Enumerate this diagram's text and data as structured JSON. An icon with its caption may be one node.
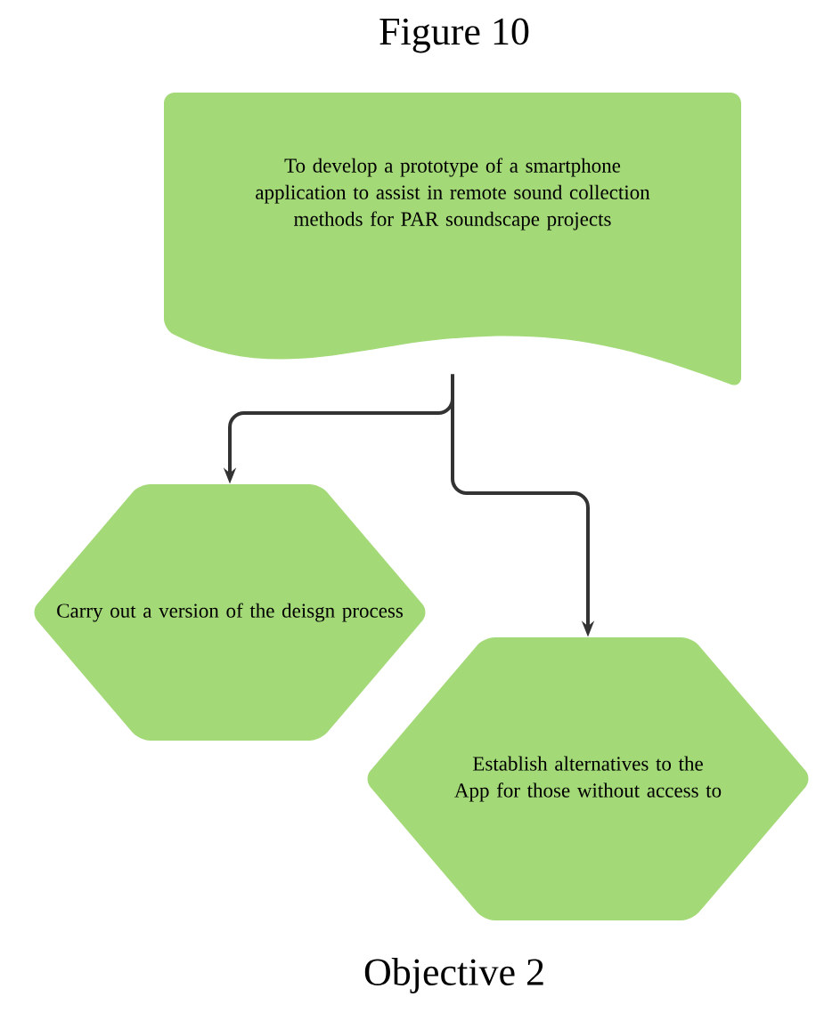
{
  "diagram": {
    "title": "Figure 10",
    "caption": "Objective 2",
    "nodes": [
      {
        "text": [
          "To develop a prototype of a smartphone application to assist in remote sound collection methods for PAR soundscape projects"
        ]
      },
      {
        "text": [
          "Carry out a version of the deisgn process"
        ]
      },
      {
        "text": [
          "Establish alternatives to the App for those without access to"
        ]
      }
    ],
    "edges": [
      {
        "from": 0,
        "to": 1,
        "arrow": "to"
      },
      {
        "from": 0,
        "to": 2,
        "arrow": "to"
      }
    ]
  }
}
